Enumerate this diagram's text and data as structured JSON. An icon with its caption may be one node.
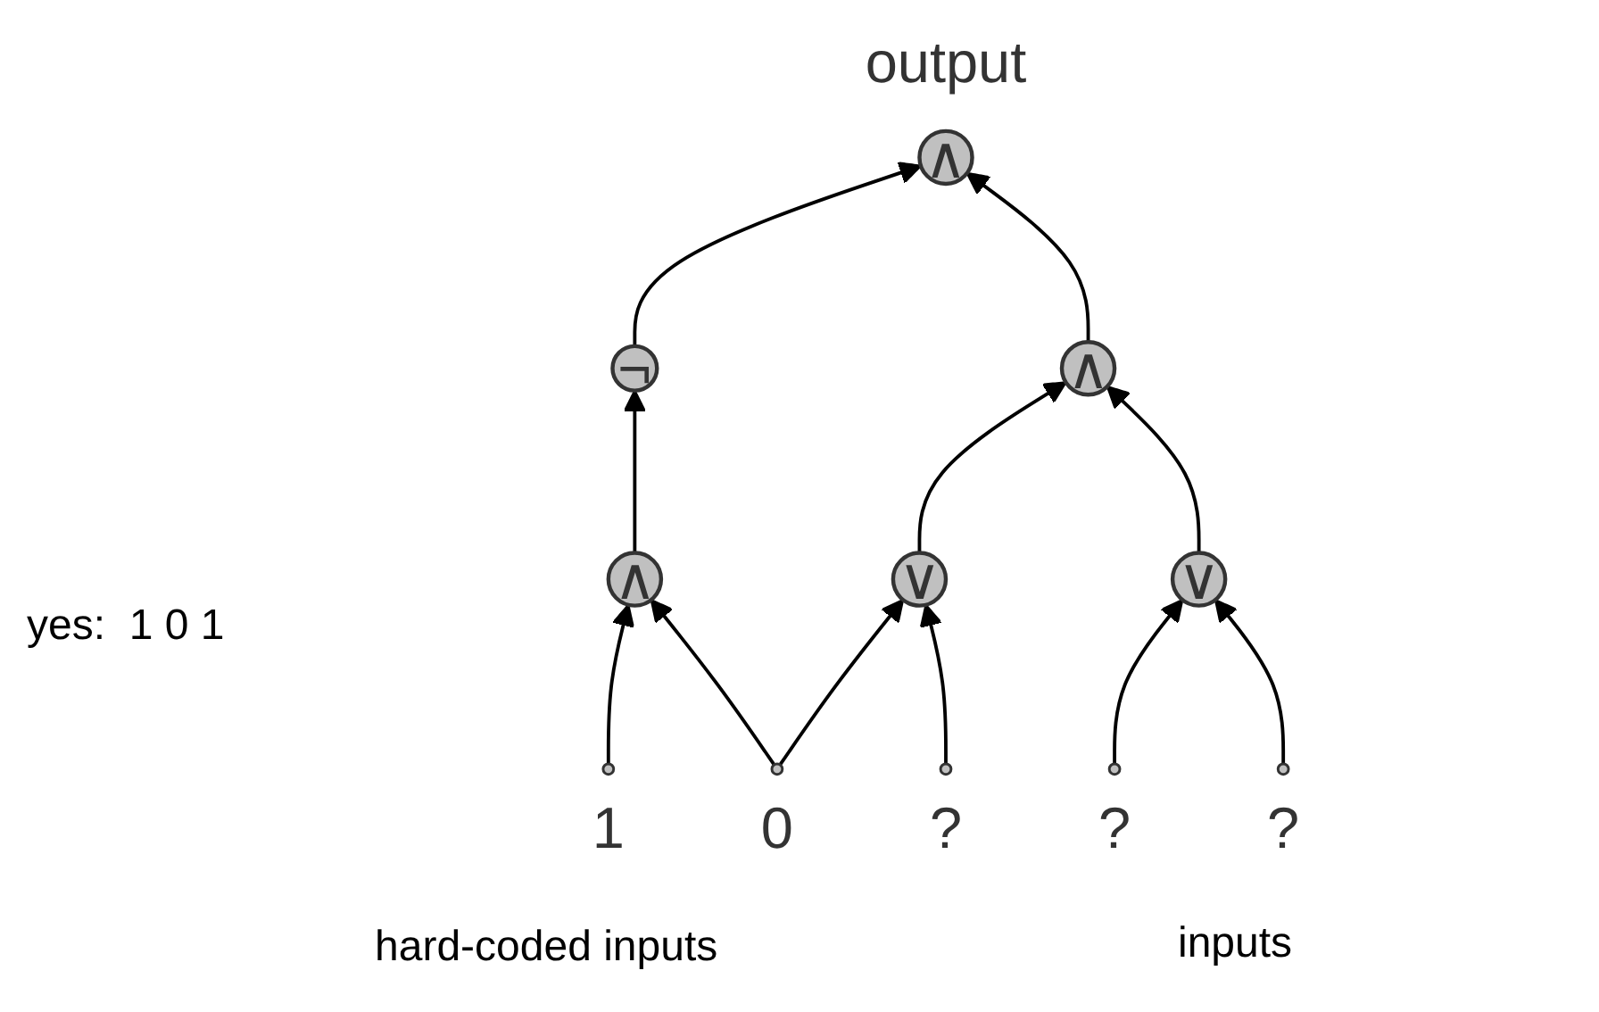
{
  "diagram": {
    "nodes": [
      {
        "text": [
          "∧"
        ],
        "beside": [
          "output"
        ]
      },
      {
        "text": [
          "¬"
        ]
      },
      {
        "text": [
          "∧"
        ]
      },
      {
        "text": [
          "∧"
        ]
      },
      {
        "text": [
          "∨"
        ]
      },
      {
        "text": [
          "∨"
        ]
      },
      {
        "text": [],
        "shape": "circle",
        "beside": [
          "1"
        ]
      },
      {
        "text": [],
        "shape": "circle",
        "beside": [
          "0"
        ]
      },
      {
        "text": [],
        "shape": "circle",
        "beside": [
          "?"
        ]
      },
      {
        "text": [],
        "shape": "circle",
        "beside": [
          "?"
        ]
      },
      {
        "text": [],
        "shape": "circle",
        "beside": [
          "?"
        ]
      }
    ],
    "edges": [
      {
        "from": 6,
        "to": 3,
        "arrow": "to"
      },
      {
        "from": 7,
        "to": 3,
        "arrow": "to"
      },
      {
        "from": 7,
        "to": 4,
        "arrow": "to"
      },
      {
        "from": 8,
        "to": 4,
        "arrow": "to"
      },
      {
        "from": 9,
        "to": 5,
        "arrow": "to"
      },
      {
        "from": 10,
        "to": 5,
        "arrow": "to"
      },
      {
        "from": 3,
        "to": 1,
        "arrow": "to"
      },
      {
        "from": 4,
        "to": 2,
        "arrow": "to"
      },
      {
        "from": 5,
        "to": 2,
        "arrow": "to"
      },
      {
        "from": 1,
        "to": 0,
        "arrow": "to"
      },
      {
        "from": 2,
        "to": 0,
        "arrow": "to"
      }
    ],
    "labels": [
      "yes:  1 0 1",
      "hard-coded inputs",
      "inputs"
    ]
  }
}
